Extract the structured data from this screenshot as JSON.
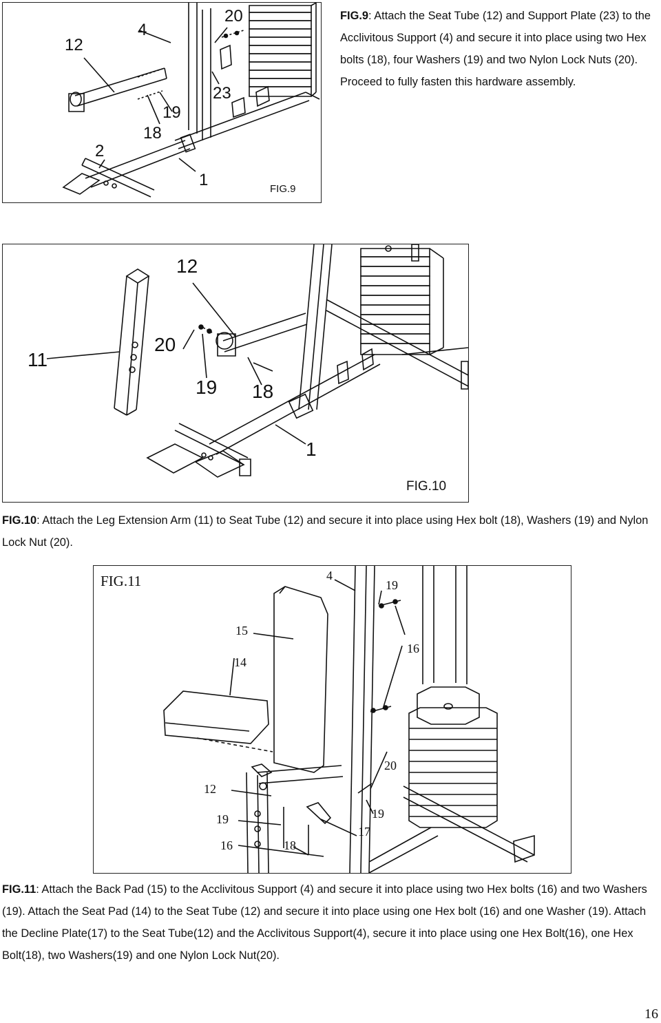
{
  "fig9": {
    "caption": "FIG.9",
    "callouts": {
      "c12": "12",
      "c4": "4",
      "c20": "20",
      "c23": "23",
      "c19": "19",
      "c18": "18",
      "c2": "2",
      "c1": "1"
    },
    "text": {
      "lead": "FIG.9",
      "body1": ": Attach the Seat Tube (12) and Support Plate (23) to the Acclivitous Support (4) and secure it into place using two Hex bolts (18), four Washers (19) and two Nylon Lock Nuts (20).",
      "body2": "Proceed to fully fasten this hardware assembly."
    }
  },
  "fig10": {
    "caption": "FIG.10",
    "callouts": {
      "c12": "12",
      "c11": "11",
      "c20": "20",
      "c19": "19",
      "c18": "18",
      "c1": "1"
    },
    "text": {
      "lead": "FIG.10",
      "body": ": Attach the Leg Extension Arm (11) to Seat Tube (12) and secure it into place using Hex bolt (18), Washers (19) and Nylon Lock Nut (20)."
    }
  },
  "fig11": {
    "caption": "FIG.11",
    "callouts": {
      "c4": "4",
      "c19a": "19",
      "c15": "15",
      "c14": "14",
      "c16a": "16",
      "c20": "20",
      "c12": "12",
      "c19b": "19",
      "c19c": "19",
      "c17": "17",
      "c16b": "16",
      "c18": "18"
    },
    "text": {
      "lead": "FIG.11",
      "body": ": Attach the Back Pad (15) to the Acclivitous Support (4) and secure it into place using two Hex bolts (16) and two Washers (19). Attach the Seat Pad (14) to the Seat Tube (12) and secure it into place using one Hex bolt (16) and one Washer (19). Attach the Decline Plate(17) to the Seat Tube(12) and the Acclivitous Support(4), secure it into place using one Hex Bolt(16), one Hex Bolt(18), two Washers(19) and one Nylon Lock Nut(20)."
    }
  },
  "page_number": "16"
}
